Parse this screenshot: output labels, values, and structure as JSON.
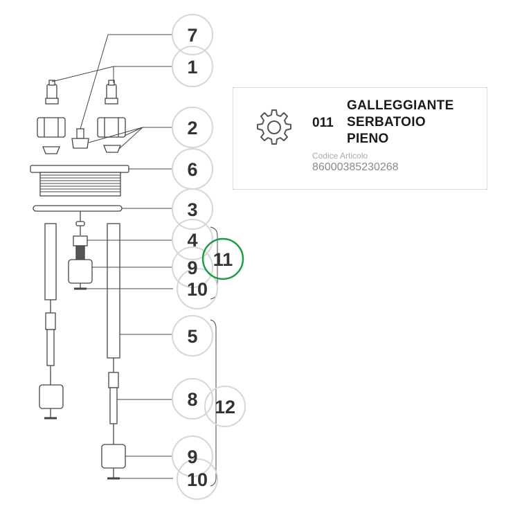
{
  "part": {
    "code": "011",
    "title_lines": [
      "GALLEGGIANTE",
      "SERBATOIO",
      "PIENO"
    ],
    "sku_label": "Codice Articolo",
    "sku_value": "86000385230268"
  },
  "callouts": {
    "c7": "7",
    "c1": "1",
    "c2": "2",
    "c6": "6",
    "c3": "3",
    "c4": "4",
    "c9a": "9",
    "c10a": "10",
    "c11": "11",
    "c5": "5",
    "c8": "8",
    "c12": "12",
    "c9b": "9",
    "c10b": "10"
  },
  "colors": {
    "highlight": "#1a9e46",
    "circle": "#d6d6d6",
    "line": "#444444"
  },
  "icons": {
    "gear": "gear-icon"
  }
}
